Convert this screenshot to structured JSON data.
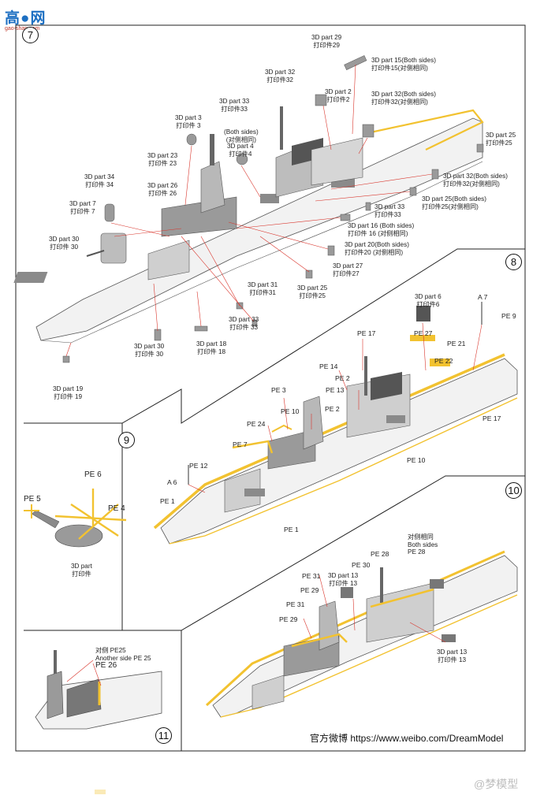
{
  "header": {
    "site_logo_text": "高●网",
    "site_url": "gao-shan.com"
  },
  "steps": {
    "step7": "7",
    "step8": "8",
    "step9": "9",
    "step10": "10",
    "step11": "11"
  },
  "step7_parts": {
    "p29": {
      "en": "3D part 29",
      "cn": "打印件29"
    },
    "p15": {
      "en": "3D part 15(Both sides)",
      "cn": "打印件15(对侧相同)"
    },
    "p32a": {
      "en": "3D part 32",
      "cn": "打印件32"
    },
    "p2": {
      "en": "3D part 2",
      "cn": "打印件2"
    },
    "p32b": {
      "en": "3D part 32(Both sides)",
      "cn": "打印件32(对侧相同)"
    },
    "p33a": {
      "en": "3D part 33",
      "cn": "打印件33"
    },
    "p3": {
      "en": "3D part 3",
      "cn": "打印件 3"
    },
    "both": {
      "en": "(Both sides)",
      "cn": "(对侧相同)"
    },
    "p4": {
      "en": "3D part 4",
      "cn": "打印件4"
    },
    "p25a": {
      "en": "3D part 25",
      "cn": "打印件25"
    },
    "p23": {
      "en": "3D part 23",
      "cn": "打印件 23"
    },
    "p32c": {
      "en": "3D part 32(Both sides)",
      "cn": "打印件32(对侧相同)"
    },
    "p34": {
      "en": "3D part 34",
      "cn": "打印件 34"
    },
    "p26": {
      "en": "3D part 26",
      "cn": "打印件 26"
    },
    "p25b": {
      "en": "3D part 25(Both sides)",
      "cn": "打印件25(对侧相同)"
    },
    "p7": {
      "en": "3D part 7",
      "cn": "打印件 7"
    },
    "p33b": {
      "en": "3D part 33",
      "cn": "打印件33"
    },
    "p16": {
      "en": "3D part 16 (Both sides)",
      "cn": "打印件 16 (对侧相同)"
    },
    "p30a": {
      "en": "3D part 30",
      "cn": "打印件 30"
    },
    "p20": {
      "en": "3D part 20(Both sides)",
      "cn": "打印件20 (对侧相同)"
    },
    "p27": {
      "en": "3D part 27",
      "cn": "打印件27"
    },
    "p31": {
      "en": "3D part 31",
      "cn": "打印件31"
    },
    "p25c": {
      "en": "3D part 25",
      "cn": "打印件25"
    },
    "p33c": {
      "en": "3D part 33",
      "cn": "打印件 33"
    },
    "p30b": {
      "en": "3D part 30",
      "cn": "打印件 30"
    },
    "p18": {
      "en": "3D part 18",
      "cn": "打印件 18"
    },
    "p19": {
      "en": "3D part 19",
      "cn": "打印件 19"
    }
  },
  "step8_parts": {
    "p6": {
      "en": "3D part 6",
      "cn": "打印件6"
    },
    "a7": "A 7",
    "pe9": "PE 9",
    "pe17a": "PE 17",
    "pe27": "PE 27",
    "pe21": "PE 21",
    "pe14": "PE 14",
    "pe22": "PE 22",
    "pe2a": "PE 2",
    "pe3": "PE 3",
    "pe13": "PE 13",
    "pe10a": "PE 10",
    "pe2b": "PE 2",
    "pe17b": "PE 17",
    "pe24": "PE 24",
    "pe7": "PE 7",
    "pe10b": "PE 10",
    "pe12": "PE 12",
    "a6": "A 6",
    "pe1a": "PE 1",
    "pe1b": "PE 1"
  },
  "step9_parts": {
    "pe6": "PE 6",
    "pe5": "PE 5",
    "pe4": "PE 4",
    "part": {
      "en": "3D part",
      "cn": "打印件"
    }
  },
  "step10_parts": {
    "pe28both": {
      "cn": "对侧相同",
      "en": "Both sides",
      "code": "PE 28"
    },
    "pe28": "PE 28",
    "pe30": "PE 30",
    "p13a": {
      "en": "3D part 13",
      "cn": "打印件 13"
    },
    "pe31a": "PE 31",
    "pe29a": "PE 29",
    "pe31b": "PE 31",
    "pe29b": "PE 29",
    "p13b": {
      "en": "3D part 13",
      "cn": "打印件 13"
    }
  },
  "step11_parts": {
    "pe25cn": "对侧 PE25",
    "pe25en": "Another side PE 25",
    "pe26": "PE 26"
  },
  "footer": {
    "weibo": "官方微博  https://www.weibo.com/DreamModel",
    "watermark": "@梦模型"
  },
  "colors": {
    "photo_etch_yellow": "#f2c230",
    "leader_red": "#d9342b",
    "hull_gray": "#e4e4e4",
    "dark_gray": "#7a7a7a"
  }
}
